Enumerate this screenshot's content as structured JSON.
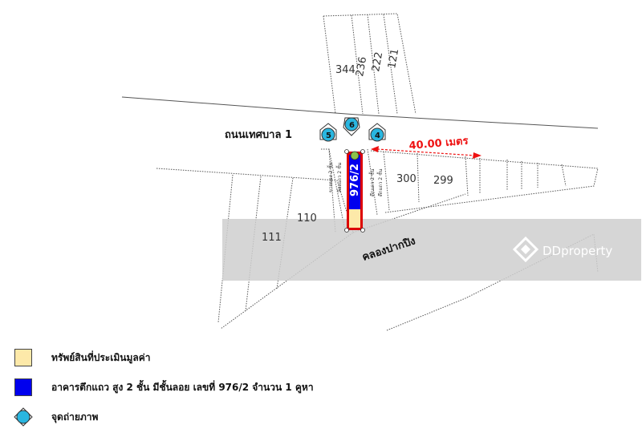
{
  "map": {
    "road_label": "ถนนเทศบาล 1",
    "canal_label": "คลองปากปิง",
    "distance_label": "40.00 เมตร",
    "plot_numbers": [
      "344",
      "236",
      "222",
      "121",
      "300",
      "299",
      "110",
      "111"
    ],
    "subject_plot_label": "976/2",
    "camera_points": [
      "5",
      "6",
      "4"
    ],
    "neighbor_labels": [
      "ขายของ 2 ชั้น",
      "ห้องแถว 2 ชั้น",
      "ตึกแถว 2 ชั้น",
      "ตึกแถว 2 ชั้น"
    ],
    "watermark": "DDproperty"
  },
  "legend": {
    "items": [
      {
        "label": "ทรัพย์สินที่ประเมินมูลค่า",
        "color": "#fde9a9"
      },
      {
        "label": "อาคารตึกแถว สูง 2 ชั้น มีชั้นลอย เลขที่ 976/2 จำนวน 1 คูหา",
        "color": "#0000ee"
      },
      {
        "label": "จุดถ่ายภาพ",
        "color": "#29b6e0"
      }
    ]
  },
  "colors": {
    "subject_fill": "#fde9a9",
    "building_fill": "#0000ee",
    "outline_red": "#dd0000",
    "camera_fill": "#29b6e0",
    "dimension_red": "#ee1111",
    "watermark_band": "#cfcfcf"
  }
}
